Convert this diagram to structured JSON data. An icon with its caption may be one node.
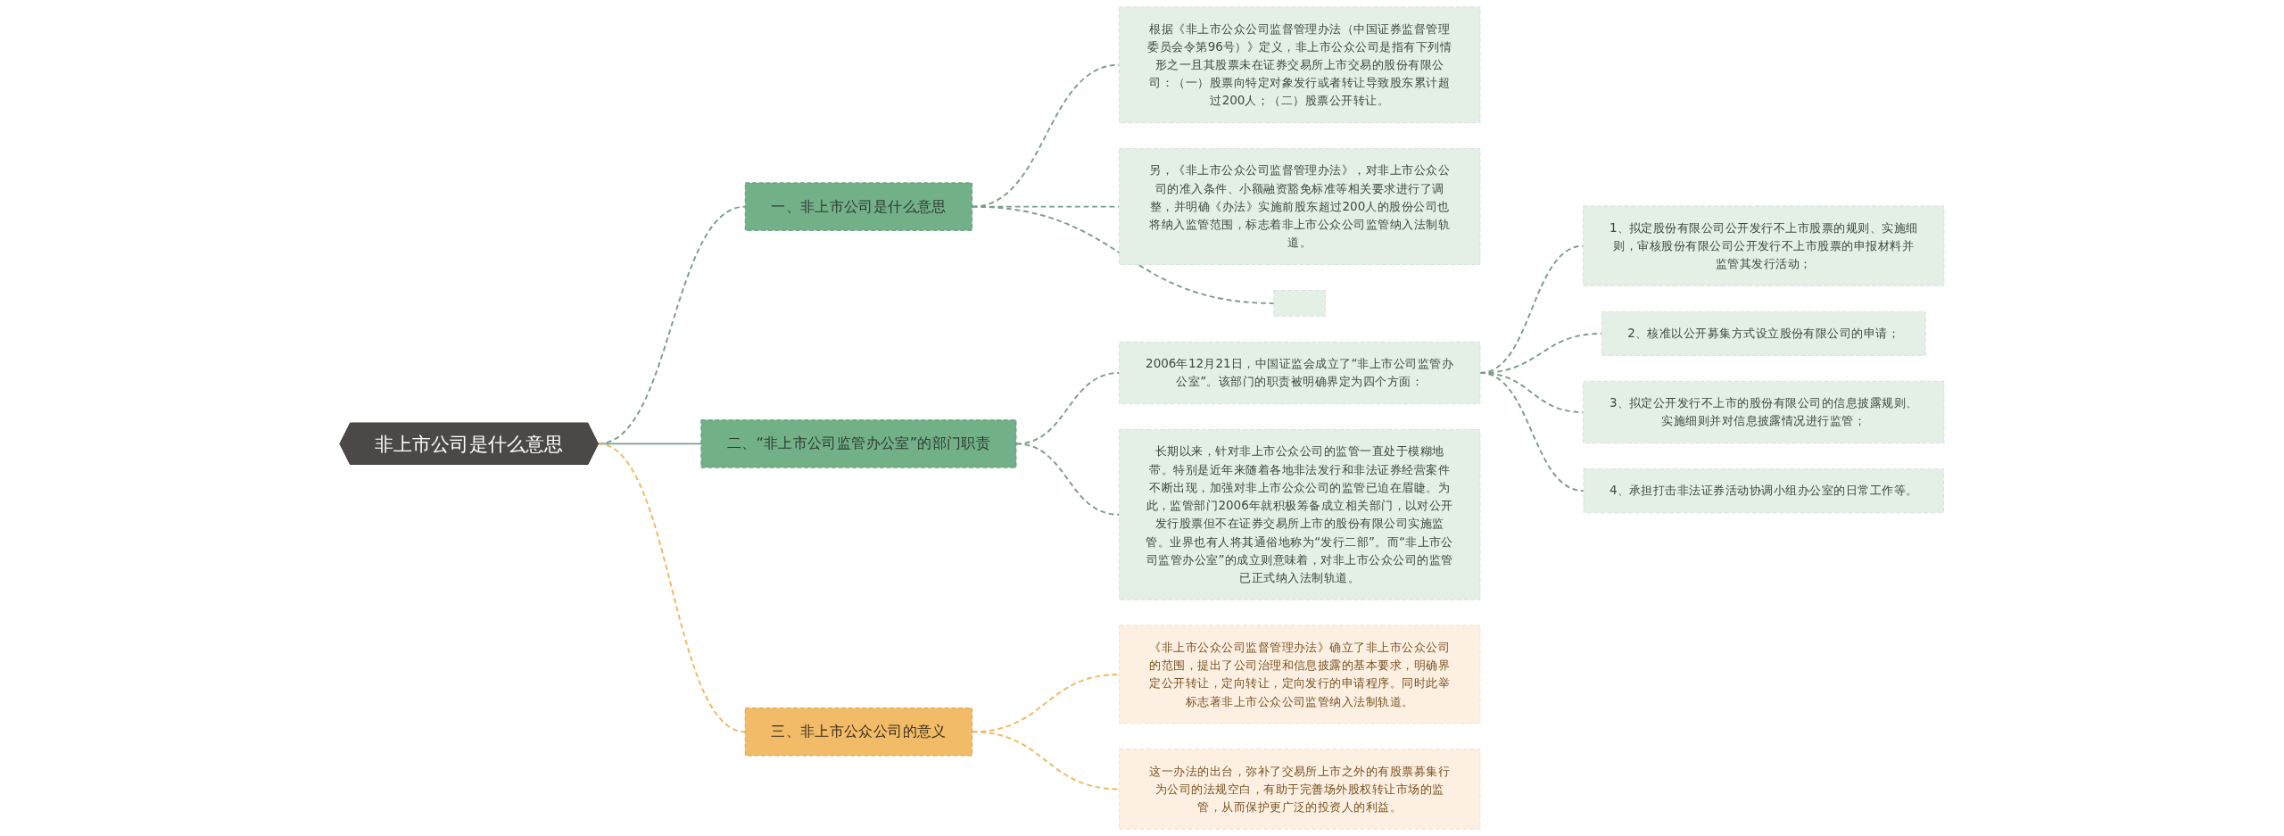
{
  "diagram": {
    "nodes": [
      {
        "text": [
          "非上市公司是什么意思"
        ]
      },
      {
        "text": [
          "一、非上市公司是什么意思"
        ]
      },
      {
        "text": [
          "根据《非上市公众公司监督管理办法（中国证券监督管理委员会令第96号）》定义，非上市公众公司是指有下列情形之一且其股票未在证券交易所上市交易的股份有限公司：（一）股票向特定对象发行或者转让导致股东累计超过200人；（二）股票公开转让。"
        ]
      },
      {
        "text": [
          "另，《非上市公众公司监督管理办法》，对非上市公众公司的准入条件、小额融资豁免标准等相关要求进行了调整，并明确《办法》实施前股东超过200人的股份公司也将纳入监管范围，标志着非上市公众公司监管纳入法制轨道。"
        ]
      },
      {
        "text": [],
        "shape": "box"
      },
      {
        "text": [
          "二、“非上市公司监管办公室”的部门职责"
        ]
      },
      {
        "text": [
          "2006年12月21日，中国证监会成立了“非上市公司监管办公室”。该部门的职责被明确界定为四个方面："
        ]
      },
      {
        "text": [
          "1、拟定股份有限公司公开发行不上市股票的规则、实施细则，审核股份有限公司公开发行不上市股票的申报材料并监管其发行活动；"
        ]
      },
      {
        "text": [
          "2、核准以公开募集方式设立股份有限公司的申请；"
        ]
      },
      {
        "text": [
          "3、拟定公开发行不上市的股份有限公司的信息披露规则、实施细则并对信息披露情况进行监管；"
        ]
      },
      {
        "text": [
          "4、承担打击非法证券活动协调小组办公室的日常工作等。"
        ]
      },
      {
        "text": [
          "长期以来，针对非上市公众公司的监管一直处于模糊地带。特别是近年来随着各地非法发行和非法证券经营案件不断出现，加强对非上市公众公司的监管已迫在眉睫。为此，监管部门2006年就积极筹备成立相关部门，以对公开发行股票但不在证券交易所上市的股份有限公司实施监管。业界也有人将其通俗地称为“发行二部”。而“非上市公司监管办公室”的成立则意味着，对非上市公众公司的监管已正式纳入法制轨道。"
        ]
      },
      {
        "text": [
          "三、非上市公众公司的意义"
        ]
      },
      {
        "text": [
          "《非上市公众公司监督管理办法》确立了非上市公众公司的范围，提出了公司治理和信息披露的基本要求，明确界定公开转让，定向转让，定向发行的申请程序。同时此举标志著非上市公众公司监管纳入法制轨道。"
        ]
      },
      {
        "text": [
          "这一办法的出台，弥补了交易所上市之外的有股票募集行为公司的法规空白，有助于完善场外股权转让市场的监管，从而保护更广泛的投资人的利益。"
        ]
      }
    ],
    "edges": [
      {
        "from": 0,
        "to": 1,
        "arrow": "none",
        "style": "dashed"
      },
      {
        "from": 1,
        "to": 2,
        "arrow": "none",
        "style": "dashed"
      },
      {
        "from": 1,
        "to": 3,
        "arrow": "none",
        "style": "dashed"
      },
      {
        "from": 1,
        "to": 4,
        "arrow": "none",
        "style": "dashed"
      },
      {
        "from": 0,
        "to": 5,
        "arrow": "none"
      },
      {
        "from": 5,
        "to": 6,
        "arrow": "none",
        "style": "dashed"
      },
      {
        "from": 6,
        "to": 7,
        "arrow": "none",
        "style": "dashed"
      },
      {
        "from": 6,
        "to": 8,
        "arrow": "none",
        "style": "dashed"
      },
      {
        "from": 6,
        "to": 9,
        "arrow": "none",
        "style": "dashed"
      },
      {
        "from": 6,
        "to": 10,
        "arrow": "none",
        "style": "dashed"
      },
      {
        "from": 5,
        "to": 11,
        "arrow": "none",
        "style": "dashed"
      },
      {
        "from": 0,
        "to": 12,
        "arrow": "none",
        "style": "dashed",
        "color": "#f0b860"
      },
      {
        "from": 12,
        "to": 13,
        "arrow": "none",
        "style": "dashed",
        "color": "#f0b860"
      },
      {
        "from": 12,
        "to": 14,
        "arrow": "none",
        "style": "dashed",
        "color": "#f0b860"
      }
    ]
  }
}
